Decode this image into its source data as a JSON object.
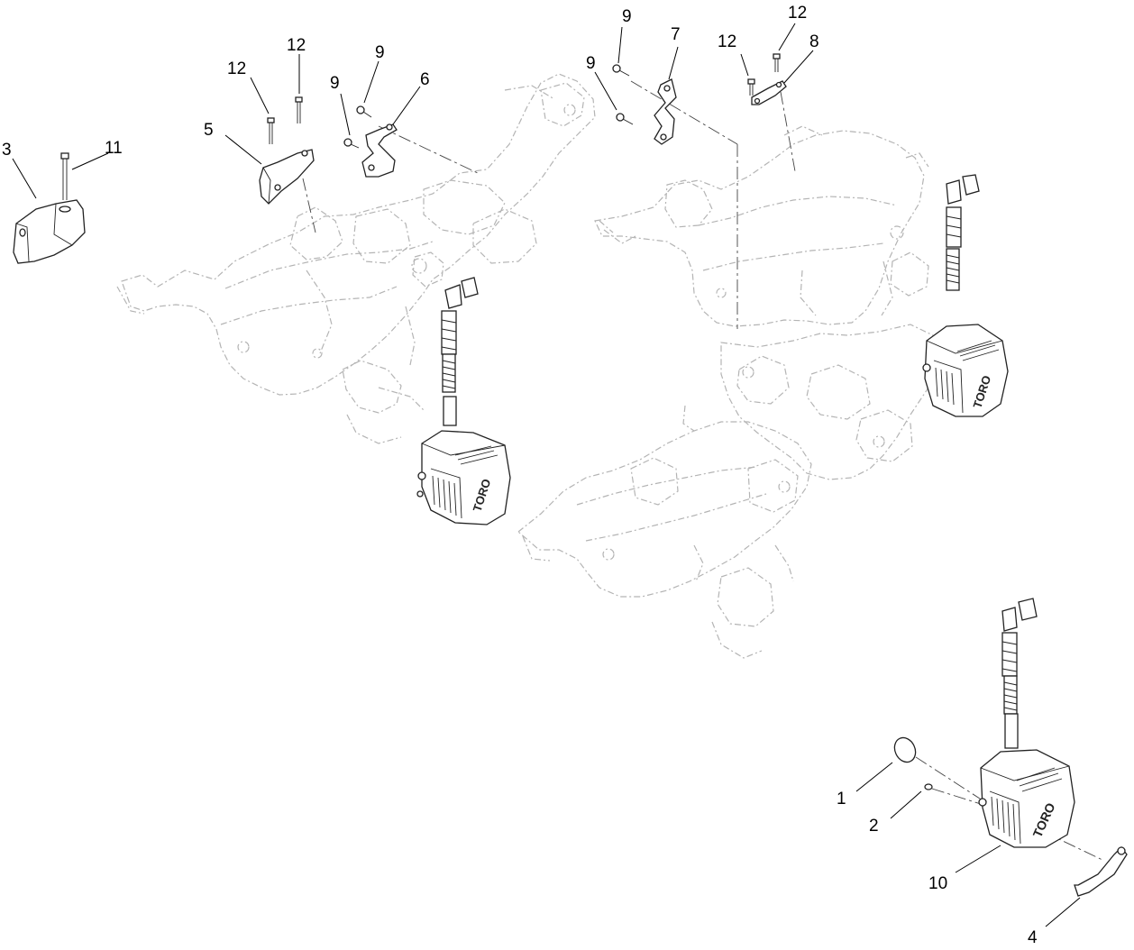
{
  "diagram": {
    "callouts": [
      {
        "id": "c1",
        "text": "1"
      },
      {
        "id": "c2",
        "text": "2"
      },
      {
        "id": "c3",
        "text": "3"
      },
      {
        "id": "c4",
        "text": "4"
      },
      {
        "id": "c5",
        "text": "5"
      },
      {
        "id": "c6",
        "text": "6"
      },
      {
        "id": "c7",
        "text": "7"
      },
      {
        "id": "c8",
        "text": "8"
      },
      {
        "id": "c9a",
        "text": "9"
      },
      {
        "id": "c9b",
        "text": "9"
      },
      {
        "id": "c9c",
        "text": "9"
      },
      {
        "id": "c9d",
        "text": "9"
      },
      {
        "id": "c10",
        "text": "10"
      },
      {
        "id": "c11",
        "text": "11"
      },
      {
        "id": "c12a",
        "text": "12"
      },
      {
        "id": "c12b",
        "text": "12"
      },
      {
        "id": "c12c",
        "text": "12"
      },
      {
        "id": "c12d",
        "text": "12"
      }
    ],
    "sensor_logo": "TORO"
  }
}
